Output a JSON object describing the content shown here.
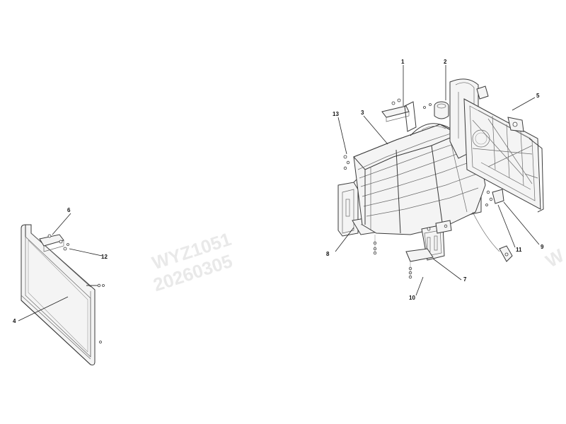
{
  "watermark": {
    "line1": "WYZ1051",
    "line2": "20260305"
  },
  "callouts": {
    "c1": "1",
    "c2": "2",
    "c3": "3",
    "c4": "4",
    "c5": "5",
    "c6": "6",
    "c7": "7",
    "c8": "8",
    "c9": "9",
    "c10": "10",
    "c11": "11",
    "c12": "12",
    "c13": "13"
  }
}
